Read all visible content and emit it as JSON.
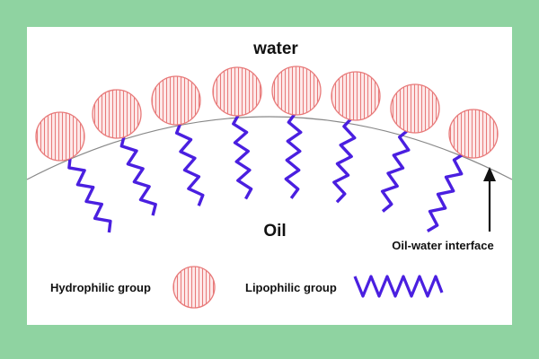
{
  "labels": {
    "water": "water",
    "oil": "Oil",
    "interface": "Oil-water interface",
    "hydrophilic": "Hydrophilic group",
    "lipophilic": "Lipophilic group"
  },
  "molecule_count": 8,
  "colors": {
    "frame": "#8fd3a1",
    "panel": "#ffffff",
    "head_fill": "#fde8e8",
    "head_stroke": "#e87a7a",
    "tail": "#4a1fe0",
    "interface_line": "#888888",
    "arrow": "#111111",
    "text": "#111111"
  }
}
